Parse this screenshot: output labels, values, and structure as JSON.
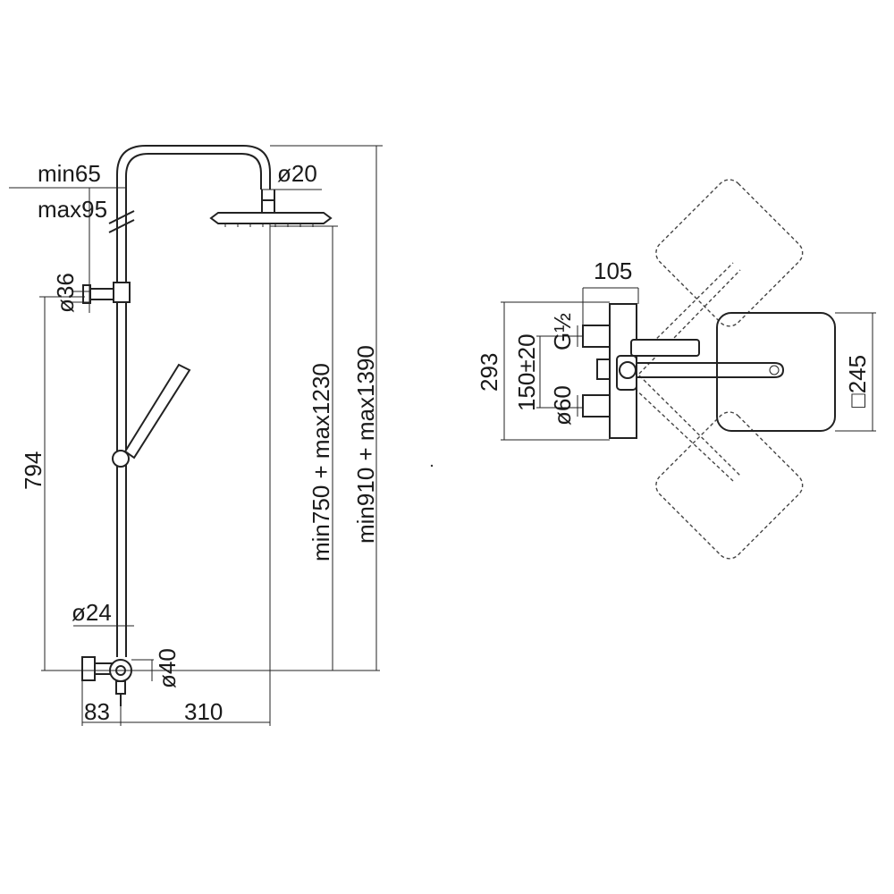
{
  "side_view": {
    "labels": {
      "min65": "min65",
      "max95": "max95",
      "d20": "ø20",
      "d36": "ø36",
      "h794": "794",
      "d24": "ø24",
      "d40": "ø40",
      "w83": "83",
      "w310": "310",
      "h_min750": "min750 + max1230",
      "h_min910": "min910 + max1390"
    }
  },
  "top_view": {
    "labels": {
      "w105": "105",
      "h293": "293",
      "h150": "150±20",
      "g_half": "G½",
      "d60": "ø60",
      "sq245": "□245"
    }
  }
}
